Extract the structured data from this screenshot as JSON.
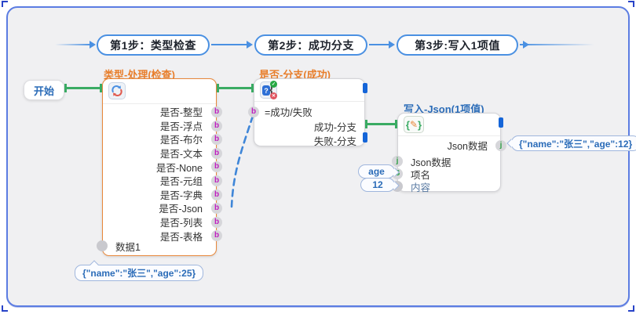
{
  "steps": [
    {
      "label": "第1步：类型检查"
    },
    {
      "label": "第2步：成功分支"
    },
    {
      "label": "第3步:写入1项值"
    }
  ],
  "start_node": {
    "label": "开始"
  },
  "type_check_node": {
    "title": "类型-处理(检查)",
    "icon": "refresh-icon",
    "outputs": [
      {
        "label": "是否-整型",
        "badge": "b"
      },
      {
        "label": "是否-浮点",
        "badge": "b"
      },
      {
        "label": "是否-布尔",
        "badge": "b"
      },
      {
        "label": "是否-文本",
        "badge": "b"
      },
      {
        "label": "是否-None",
        "badge": "b"
      },
      {
        "label": "是否-元组",
        "badge": "b"
      },
      {
        "label": "是否-字典",
        "badge": "b"
      },
      {
        "label": "是否-Json",
        "badge": "b"
      },
      {
        "label": "是否-列表",
        "badge": "b"
      },
      {
        "label": "是否-表格",
        "badge": "b"
      }
    ],
    "input": {
      "label": "数据1"
    },
    "input_value": "{\"name\":\"张三\",\"age\":25}"
  },
  "branch_node": {
    "title": "是否-分支(成功)",
    "icon": "branch-check-icon",
    "input": {
      "label": "=成功/失败",
      "badge": "b"
    },
    "outputs": [
      {
        "label": "成功-分支"
      },
      {
        "label": "失败-分支"
      }
    ]
  },
  "write_node": {
    "title": "写入-Json(1项值)",
    "icon": "edit-json-icon",
    "output": {
      "label": "Json数据",
      "badge": "j",
      "value": "{\"name\":\"张三\",\"age\":12}"
    },
    "inputs": [
      {
        "label": "Json数据",
        "badge": "j"
      },
      {
        "label": "项名",
        "badge": "S",
        "value": "age"
      },
      {
        "label": "内容",
        "badge": "",
        "value": "12"
      }
    ]
  },
  "colors": {
    "flow_green": "#3aab63",
    "flow_blue_port": "#1565d8",
    "dashed_link": "#3f86d8",
    "node1_border": "#e8873a",
    "title_orange": "#e87e2b",
    "title_blue": "#2b6cb8",
    "canvas_border": "#5b7ce2"
  }
}
